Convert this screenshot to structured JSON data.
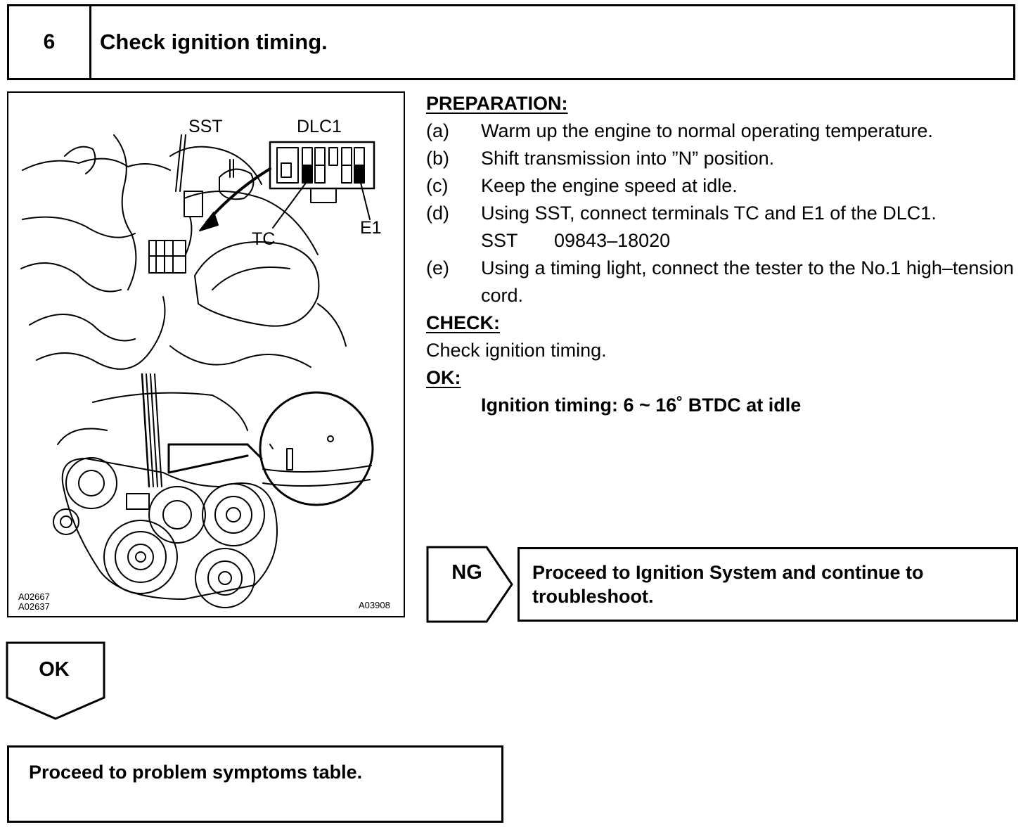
{
  "header": {
    "step_number": "6",
    "title": "Check ignition timing."
  },
  "figure": {
    "labels": {
      "sst": "SST",
      "dlc1": "DLC1",
      "tc": "TC",
      "e1": "E1"
    },
    "codes_left": [
      "A02667",
      "A02637"
    ],
    "code_right": "A03908"
  },
  "preparation": {
    "heading": "PREPARATION:",
    "steps": [
      {
        "letter": "(a)",
        "text": "Warm up the engine to normal operating temperature."
      },
      {
        "letter": "(b)",
        "text": "Shift transmission into ”N” position."
      },
      {
        "letter": "(c)",
        "text": "Keep the engine speed at idle."
      },
      {
        "letter": "(d)",
        "text": "Using SST, connect terminals TC and E1 of the DLC1."
      },
      {
        "letter": "(e)",
        "text": "Using a timing light, connect the tester to the No.1 high–tension cord."
      }
    ],
    "sst_label": "SST",
    "sst_number": "09843–18020"
  },
  "check": {
    "heading": "CHECK:",
    "text": "Check ignition timing."
  },
  "ok_spec": {
    "heading": "OK:",
    "text": "Ignition timing: 6 ~ 16˚ BTDC at idle"
  },
  "ng_branch": {
    "tag": "NG",
    "text": "Proceed to Ignition System and continue to troubleshoot."
  },
  "ok_branch": {
    "tag": "OK",
    "text": "Proceed to problem symptoms table."
  }
}
